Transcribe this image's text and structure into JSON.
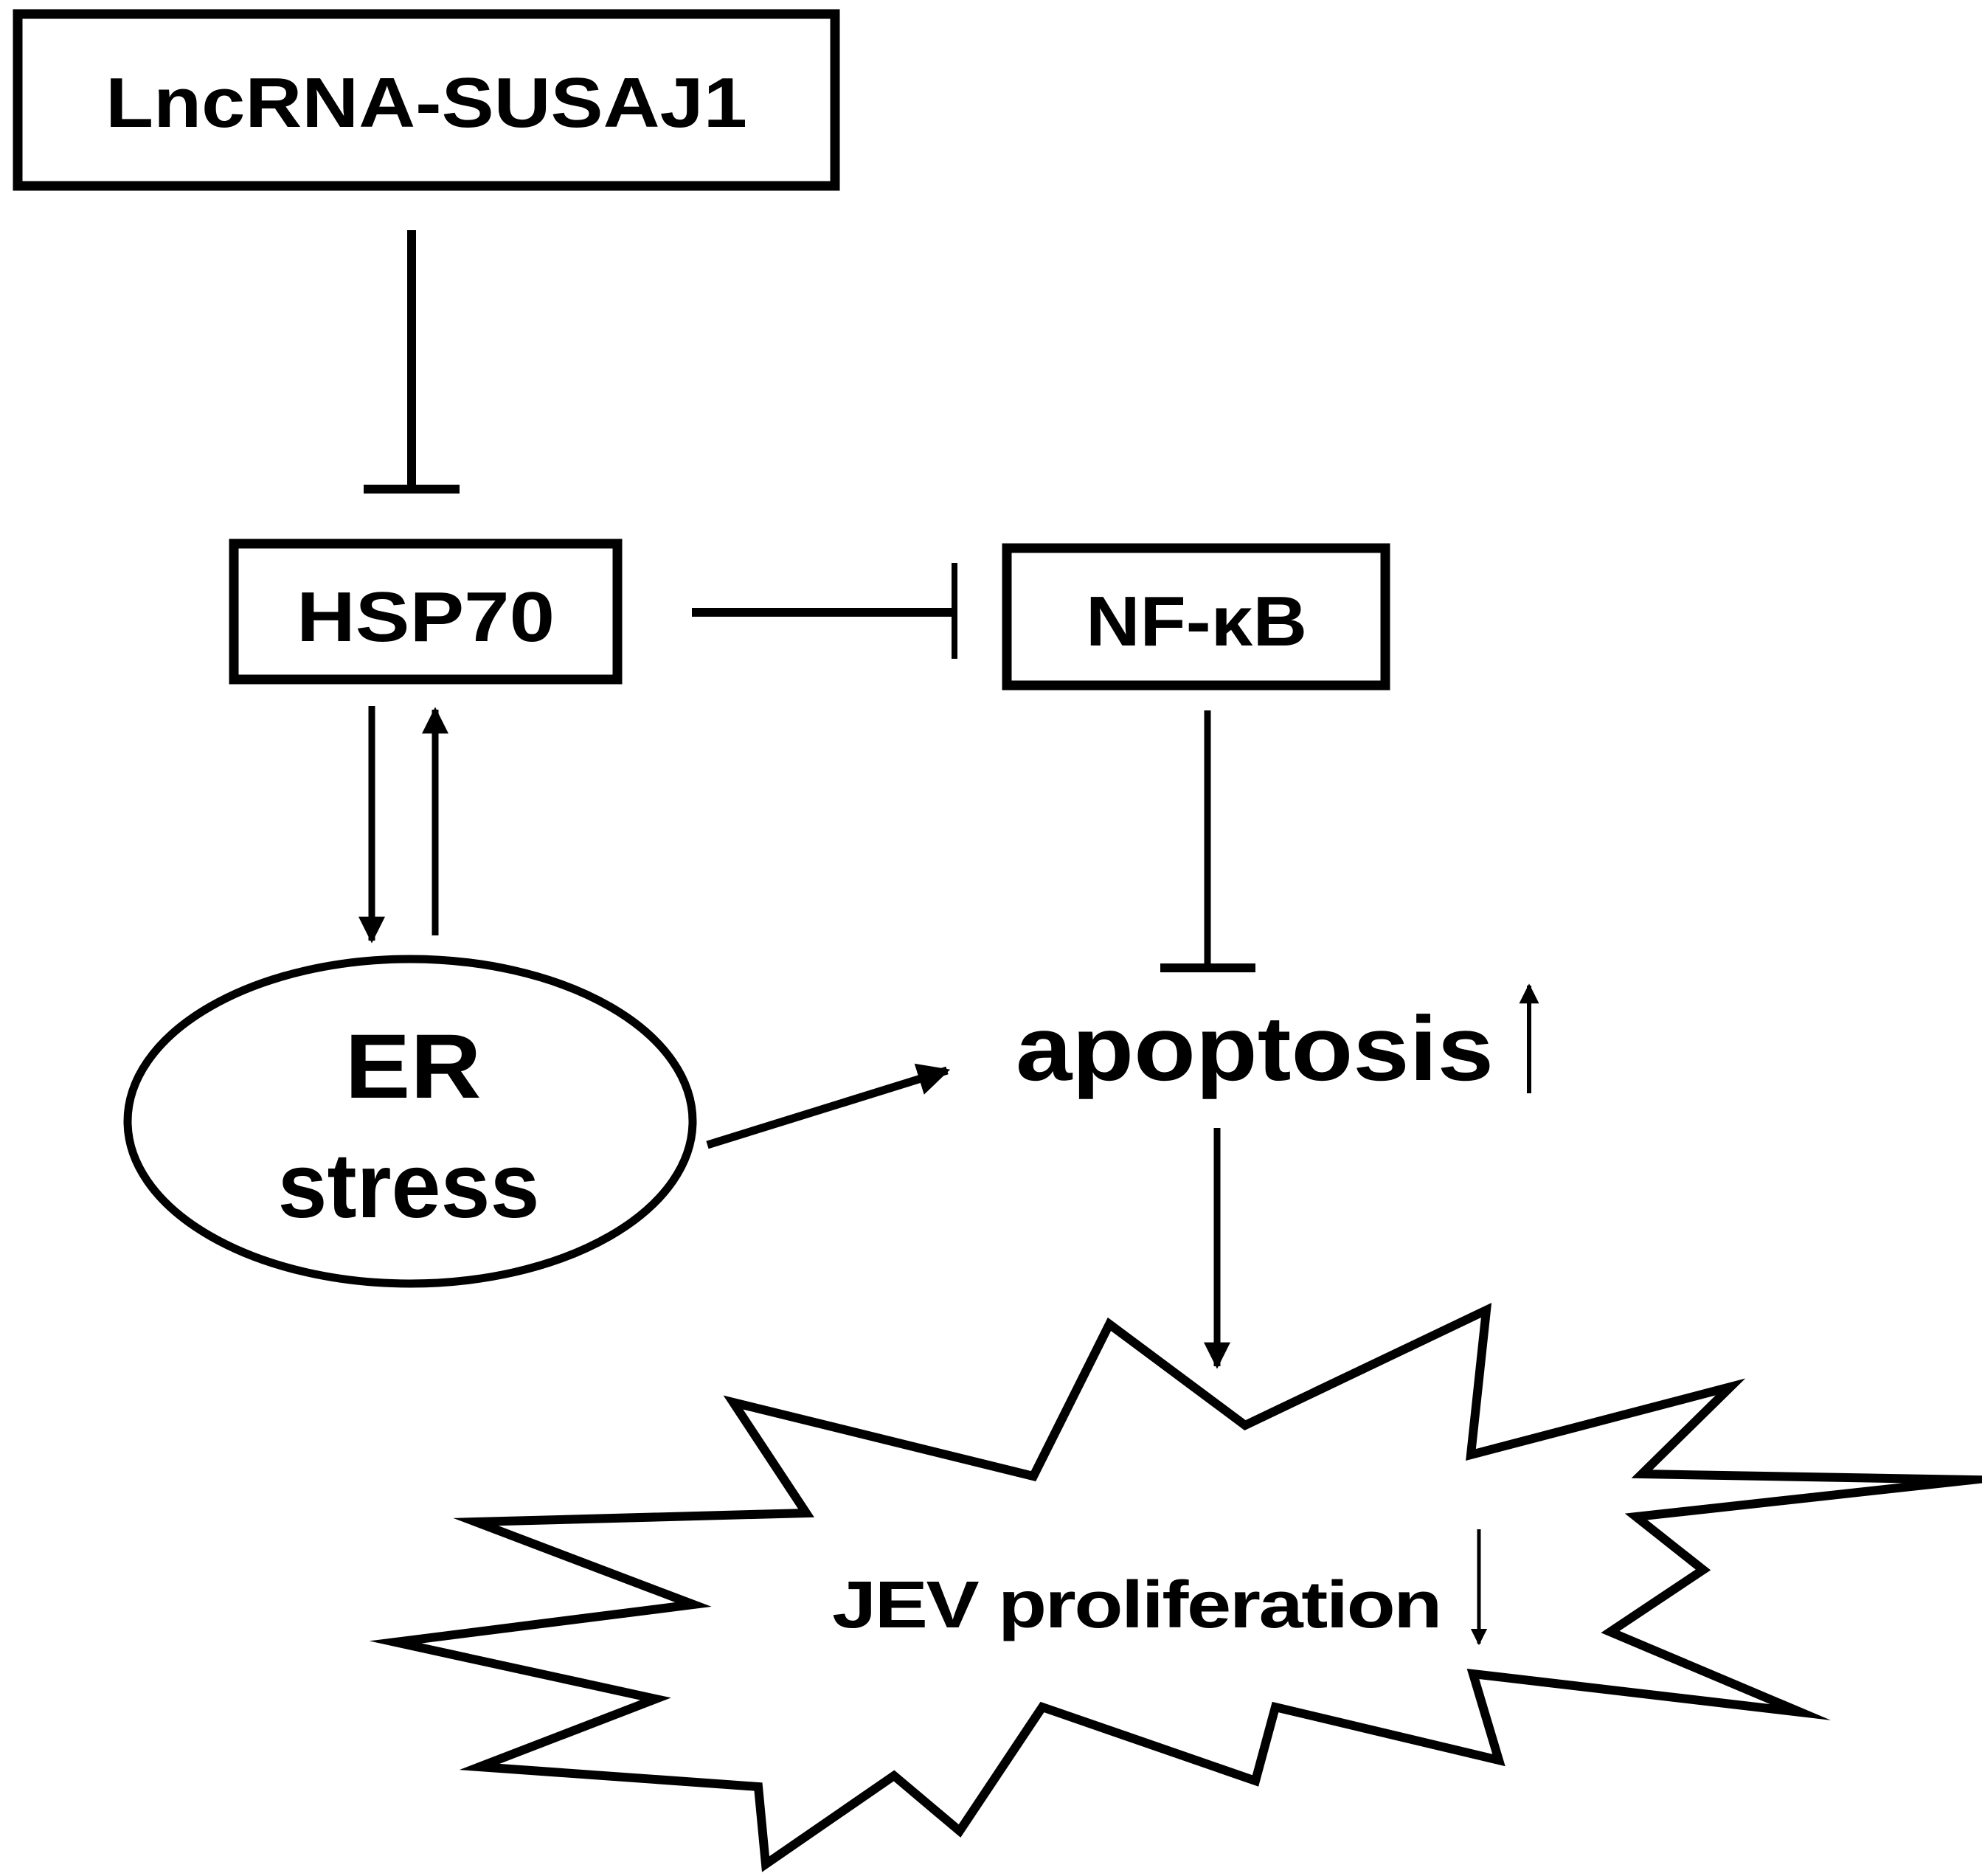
{
  "diagram": {
    "nodes": {
      "lncrna": {
        "label": "LncRNA-SUSAJ1",
        "shape": "rectangle"
      },
      "hsp70": {
        "label": "HSP70",
        "shape": "rectangle"
      },
      "nfkb": {
        "label": "NF-κB",
        "shape": "rectangle"
      },
      "er_stress": {
        "line1": "ER",
        "line2": "stress",
        "shape": "ellipse"
      },
      "apoptosis": {
        "label": "apoptosis",
        "trend": "up",
        "shape": "none"
      },
      "jev": {
        "label": "JEV proliferation",
        "trend": "down",
        "shape": "starburst"
      }
    },
    "edges": [
      {
        "from": "LncRNA-SUSAJ1",
        "to": "HSP70",
        "type": "inhibits"
      },
      {
        "from": "HSP70",
        "to": "NF-κB",
        "type": "inhibits"
      },
      {
        "from": "HSP70",
        "to": "ER stress",
        "type": "activates"
      },
      {
        "from": "ER stress",
        "to": "HSP70",
        "type": "activates"
      },
      {
        "from": "NF-κB",
        "to": "apoptosis",
        "type": "inhibits"
      },
      {
        "from": "ER stress",
        "to": "apoptosis",
        "type": "activates"
      },
      {
        "from": "apoptosis",
        "to": "JEV proliferation",
        "type": "activates"
      }
    ],
    "colors": {
      "stroke": "#000000",
      "background": "#ffffff"
    }
  }
}
